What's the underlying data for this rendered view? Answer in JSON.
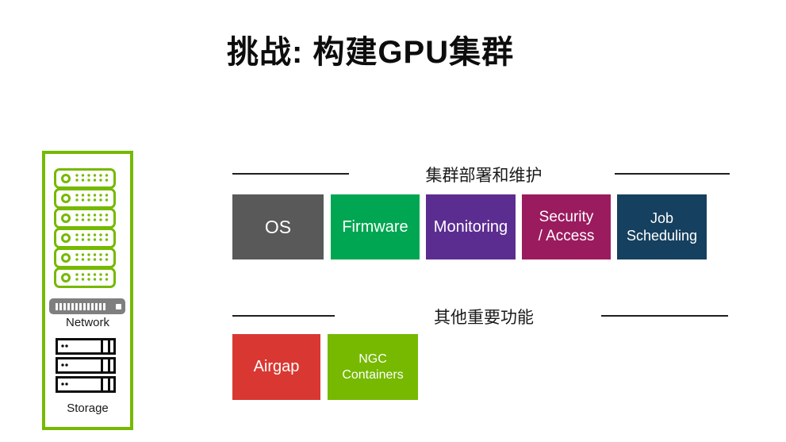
{
  "title": "挑战: 构建GPU集群",
  "colors": {
    "nvidia_green": "#76B900",
    "os_gray": "#595959",
    "firmware_green": "#00A651",
    "monitoring_purple": "#5C2D91",
    "security_magenta": "#9B1B5F",
    "job_navy": "#16405F",
    "airgap_red": "#D93832",
    "switch_gray": "#7F7F7F",
    "line_black": "#1F1F1F"
  },
  "infrastructure": {
    "server_count": 6,
    "network_label": "Network",
    "storage_label": "Storage"
  },
  "sections": [
    {
      "heading": "集群部署和维护",
      "boxes": [
        {
          "label": "OS",
          "color": "#595959"
        },
        {
          "label": "Firmware",
          "color": "#00A651"
        },
        {
          "label": "Monitoring",
          "color": "#5C2D91"
        },
        {
          "label": "Security / Access",
          "lines": [
            "Security",
            "/ Access"
          ],
          "color": "#9B1B5F"
        },
        {
          "label": "Job Scheduling",
          "lines": [
            "Job",
            "Scheduling"
          ],
          "color": "#16405F"
        }
      ]
    },
    {
      "heading": "其他重要功能",
      "boxes": [
        {
          "label": "Airgap",
          "color": "#D93832"
        },
        {
          "label": "NGC Containers",
          "lines": [
            "NGC",
            "Containers"
          ],
          "color": "#76B900"
        }
      ]
    }
  ]
}
